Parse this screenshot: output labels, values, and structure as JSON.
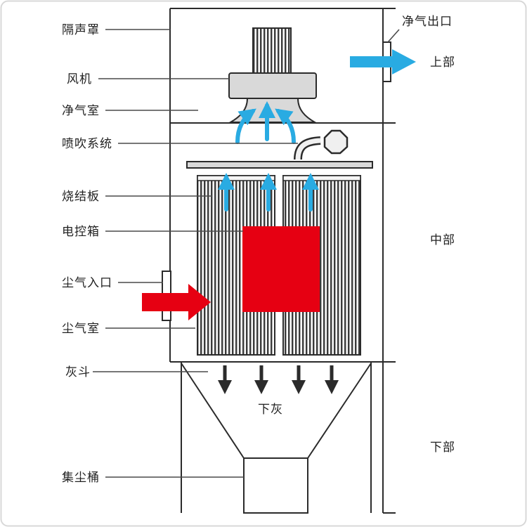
{
  "labels": {
    "left": [
      "隔声罩",
      "风机",
      "净气室",
      "喷吹系统",
      "烧结板",
      "电控箱",
      "尘气入口",
      "尘气室",
      "灰斗",
      "集尘桶"
    ],
    "right": [
      "净气出口",
      "上部",
      "中部",
      "下部"
    ],
    "center": "下灰"
  },
  "colors": {
    "line": "#2b2b2b",
    "red": "#e60012",
    "blue": "#29abe2",
    "panel_gray": "#d9d9d9",
    "tube_fill": "#f0f0f0"
  },
  "icons": {
    "inlet_arrow": "right-arrow",
    "outlet_arrow": "right-arrow",
    "flow_arrow": "up-arrow",
    "ash_arrow": "down-arrow"
  }
}
